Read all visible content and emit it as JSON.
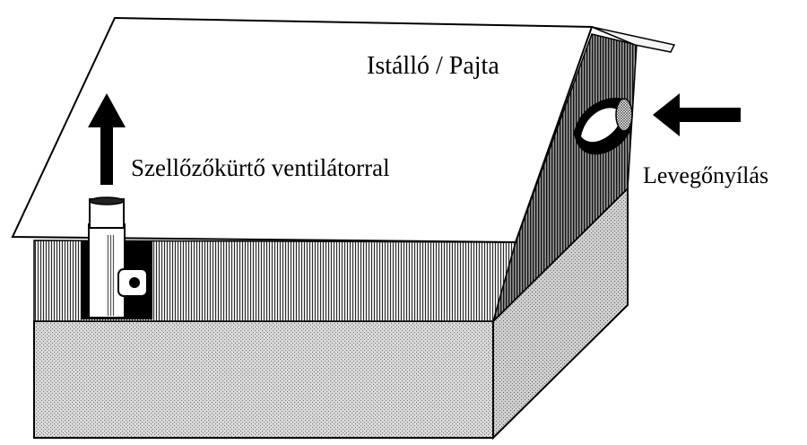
{
  "labels": {
    "building": "Istálló / Pajta",
    "chimney": "Szellőzőkürtő ventilátorral",
    "inlet": "Levegőnyílás"
  },
  "icons": {
    "exhaust_arrow": "arrow-up-icon",
    "inlet_arrow": "arrow-left-icon"
  },
  "colors": {
    "ink": "#000000",
    "stipple": "#bdbdbd",
    "background": "#ffffff"
  }
}
